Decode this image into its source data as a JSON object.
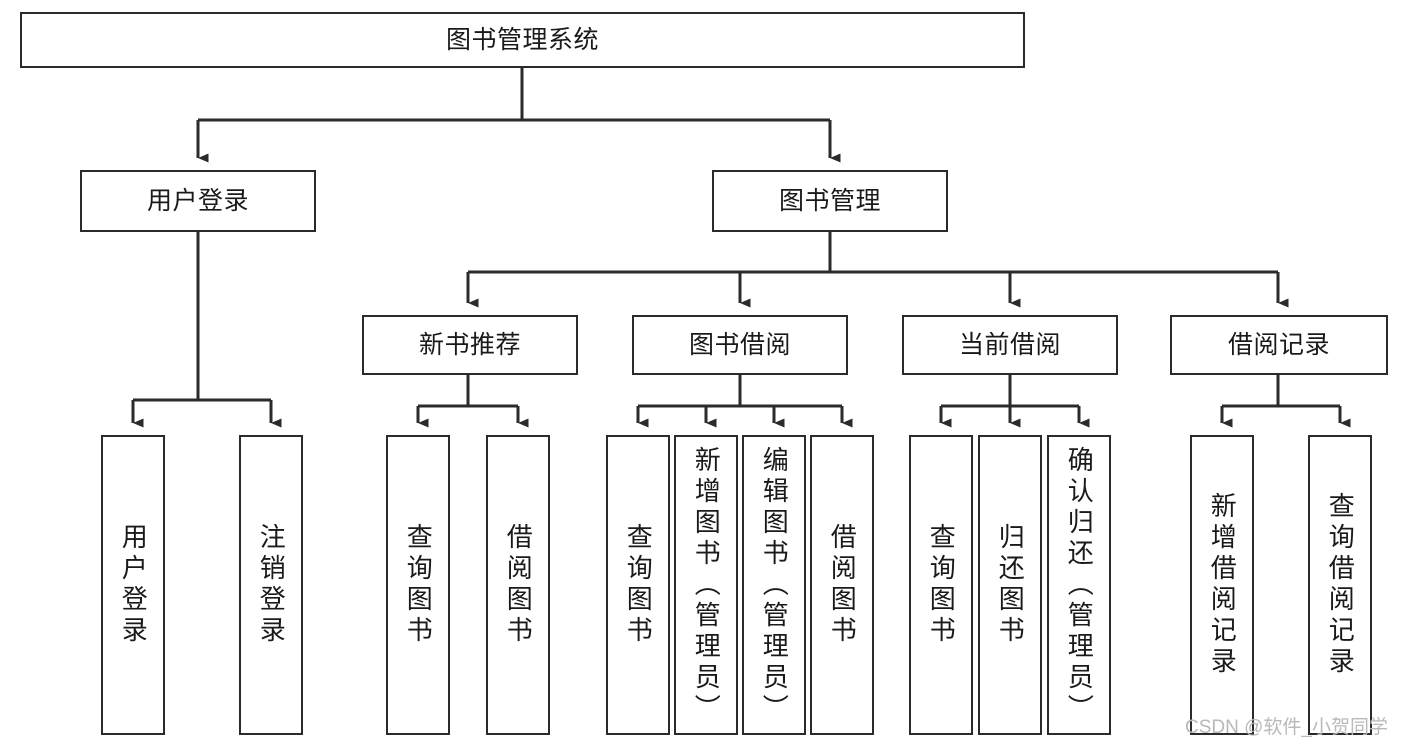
{
  "diagram": {
    "title": "图书管理系统",
    "type": "functional-structure-tree",
    "stroke_color": "#2b2b2b",
    "background_color": "#ffffff",
    "text_color": "#1a1a1a",
    "watermark": "CSDN @软件_小贺同学",
    "watermark_color": "#b9b9b9"
  },
  "nodes": {
    "root": {
      "label": "图书管理系统"
    },
    "level2": [
      {
        "label": "用户登录"
      },
      {
        "label": "图书管理"
      }
    ],
    "level3": [
      {
        "label": "新书推荐"
      },
      {
        "label": "图书借阅"
      },
      {
        "label": "当前借阅"
      },
      {
        "label": "借阅记录"
      }
    ],
    "leaves": {
      "user_login": [
        {
          "label": "用户登录"
        },
        {
          "label": "注销登录"
        }
      ],
      "new_book_recommend": [
        {
          "label": "查询图书"
        },
        {
          "label": "借阅图书"
        }
      ],
      "book_borrow": [
        {
          "label": "查询图书"
        },
        {
          "label": "新增图书（管理员）"
        },
        {
          "label": "编辑图书（管理员）"
        },
        {
          "label": "借阅图书"
        }
      ],
      "current_borrow": [
        {
          "label": "查询图书"
        },
        {
          "label": "归还图书"
        },
        {
          "label": "确认归还（管理员）"
        }
      ],
      "borrow_record": [
        {
          "label": "新增借阅记录"
        },
        {
          "label": "查询借阅记录"
        }
      ]
    }
  }
}
